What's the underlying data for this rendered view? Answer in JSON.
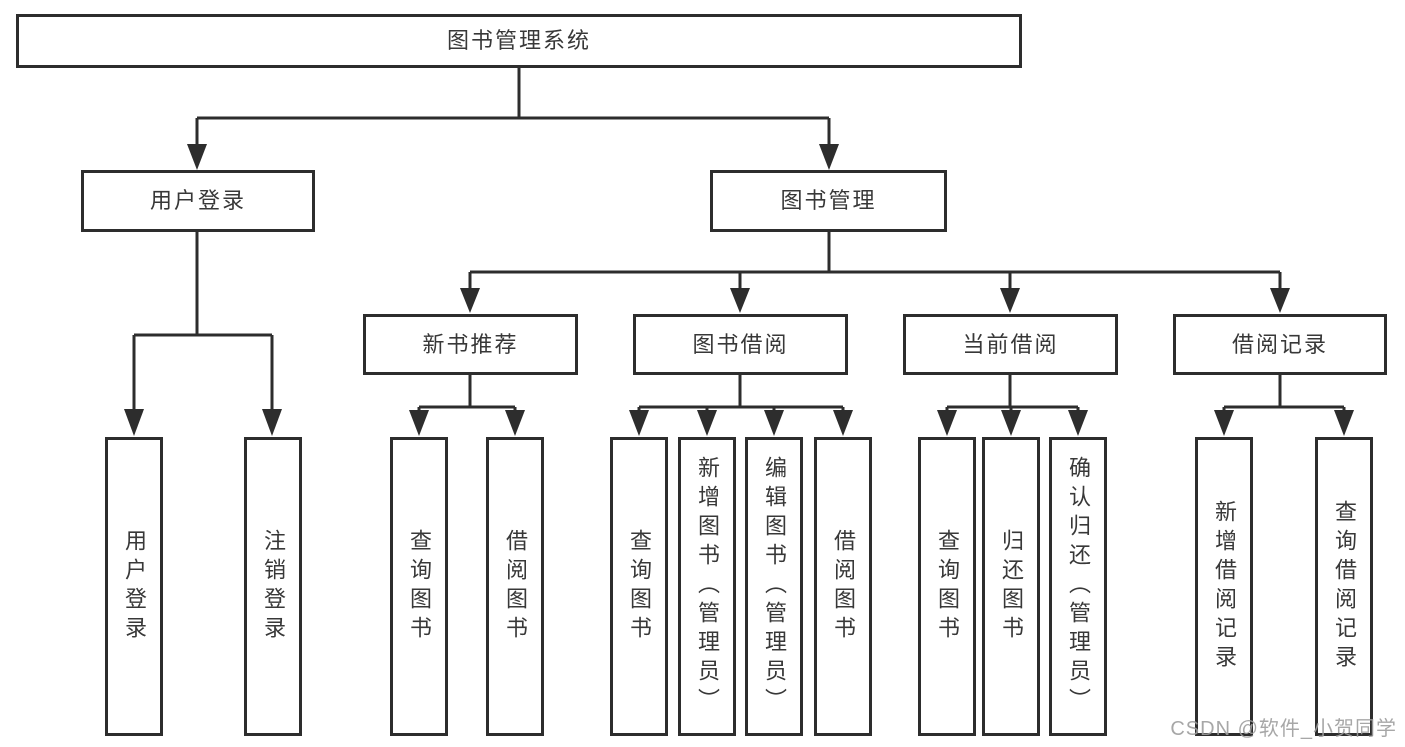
{
  "colors": {
    "line": "#2d2d2d",
    "box_border": "#2d2d2d",
    "text": "#383838",
    "watermark": "#9e9e9e",
    "background": "#ffffff"
  },
  "tree": {
    "root": {
      "label": "图书管理系统"
    },
    "branches": [
      {
        "label": "用户登录",
        "children": [
          {
            "label": "用户登录"
          },
          {
            "label": "注销登录"
          }
        ]
      },
      {
        "label": "图书管理",
        "children": [
          {
            "label": "新书推荐",
            "children": [
              {
                "label": "查询图书"
              },
              {
                "label": "借阅图书"
              }
            ]
          },
          {
            "label": "图书借阅",
            "children": [
              {
                "label": "查询图书"
              },
              {
                "label": "新增图书（管理员）"
              },
              {
                "label": "编辑图书（管理员）"
              },
              {
                "label": "借阅图书"
              }
            ]
          },
          {
            "label": "当前借阅",
            "children": [
              {
                "label": "查询图书"
              },
              {
                "label": "归还图书"
              },
              {
                "label": "确认归还（管理员）"
              }
            ]
          },
          {
            "label": "借阅记录",
            "children": [
              {
                "label": "新增借阅记录"
              },
              {
                "label": "查询借阅记录"
              }
            ]
          }
        ]
      }
    ]
  },
  "watermark": {
    "text": "CSDN @软件_小贺同学"
  }
}
